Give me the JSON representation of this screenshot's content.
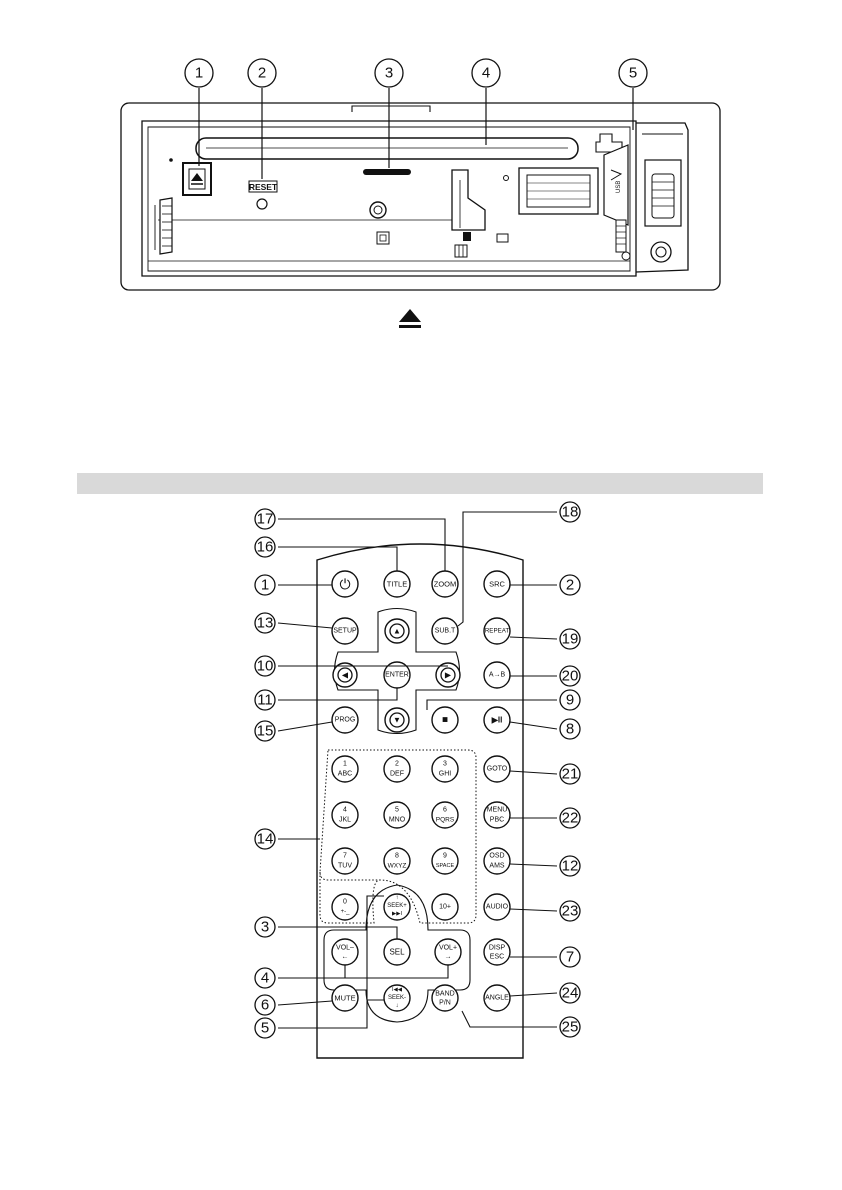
{
  "head_unit": {
    "reset_label": "RESET",
    "callouts": [
      "1",
      "2",
      "3",
      "4",
      "5"
    ]
  },
  "eject_symbol": "▲",
  "remote": {
    "buttons": {
      "power": "⏻",
      "title": "TITLE",
      "zoom": "ZOOM",
      "src": "SRC",
      "setup": "SETUP",
      "up": "▲",
      "subt": "SUB.T",
      "repeat": "REPEAT",
      "left": "◀",
      "enter": "ENTER",
      "right": "▶",
      "ab": "A→B",
      "down": "▼",
      "stop": "■",
      "playpause": "▶II",
      "prog": "PROG",
      "goto": "GOTO",
      "menu_pbc": [
        "MENU",
        "PBC"
      ],
      "osd_ams": [
        "OSD",
        "AMS"
      ],
      "audio": "AUDIO",
      "disp_esc": [
        "DISP",
        "ESC"
      ],
      "angle": "ANGLE",
      "sel": "SEL",
      "vol_minus": [
        "VOL–",
        "←"
      ],
      "vol_plus": [
        "VOL+",
        "→"
      ],
      "mute": "MUTE",
      "seek_plus": [
        "↑",
        "SEEK+",
        "▶▶I"
      ],
      "seek_minus": [
        "I◀◀",
        "SEEK-",
        "↓"
      ],
      "band_pn": [
        "BAND",
        "P/N"
      ],
      "digits": [
        [
          "1",
          "ABC"
        ],
        [
          "2",
          "DEF"
        ],
        [
          "3",
          "GHI"
        ],
        [
          "4",
          "JKL"
        ],
        [
          "5",
          "MNO"
        ],
        [
          "6",
          "PQRS"
        ],
        [
          "7",
          "TUV"
        ],
        [
          "8",
          "WXYZ"
        ],
        [
          "9",
          "SPACE"
        ],
        [
          "0",
          "+-_"
        ],
        [
          "10+",
          ""
        ]
      ]
    },
    "callouts": [
      "17",
      "18",
      "16",
      "1",
      "2",
      "13",
      "19",
      "10",
      "20",
      "11",
      "9",
      "15",
      "8",
      "21",
      "14",
      "22",
      "12",
      "23",
      "3",
      "7",
      "4",
      "24",
      "6",
      "5",
      "25"
    ]
  }
}
